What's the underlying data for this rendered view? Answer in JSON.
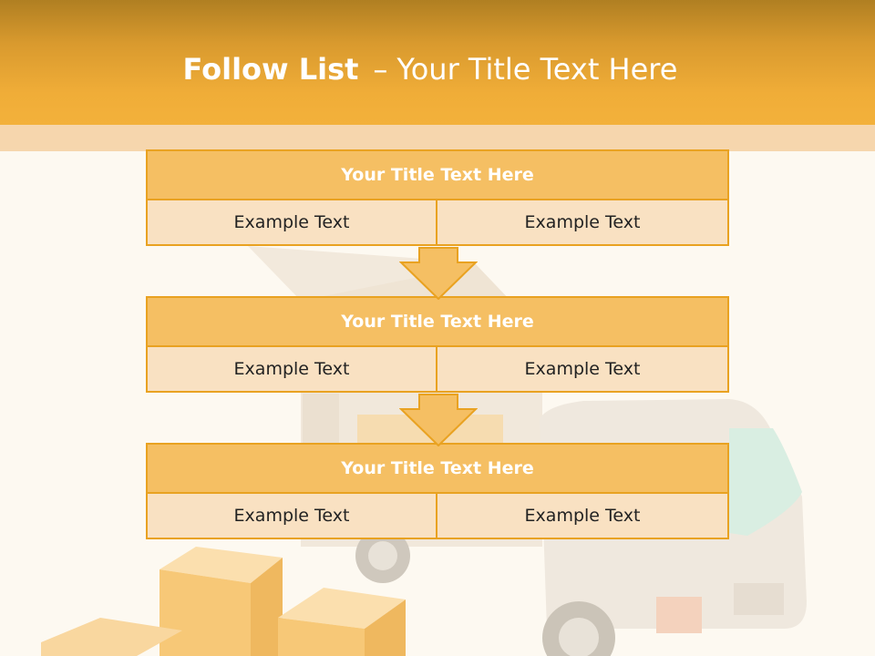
{
  "header": {
    "title_bold": "Follow List",
    "separator": "–",
    "title_rest": "Your Title Text Here"
  },
  "colors": {
    "header_orange": "#f3b13b",
    "box_title_fill": "#f5bf63",
    "box_border": "#e9a221",
    "cell_fill": "#f9e1c2"
  },
  "blocks": [
    {
      "title": "Your Title Text Here",
      "left": "Example Text",
      "right": "Example Text"
    },
    {
      "title": "Your Title Text Here",
      "left": "Example Text",
      "right": "Example Text"
    },
    {
      "title": "Your Title Text Here",
      "left": "Example Text",
      "right": "Example Text"
    }
  ],
  "icons": [
    "down-arrow-icon",
    "truck-illustration",
    "boxes-illustration"
  ]
}
